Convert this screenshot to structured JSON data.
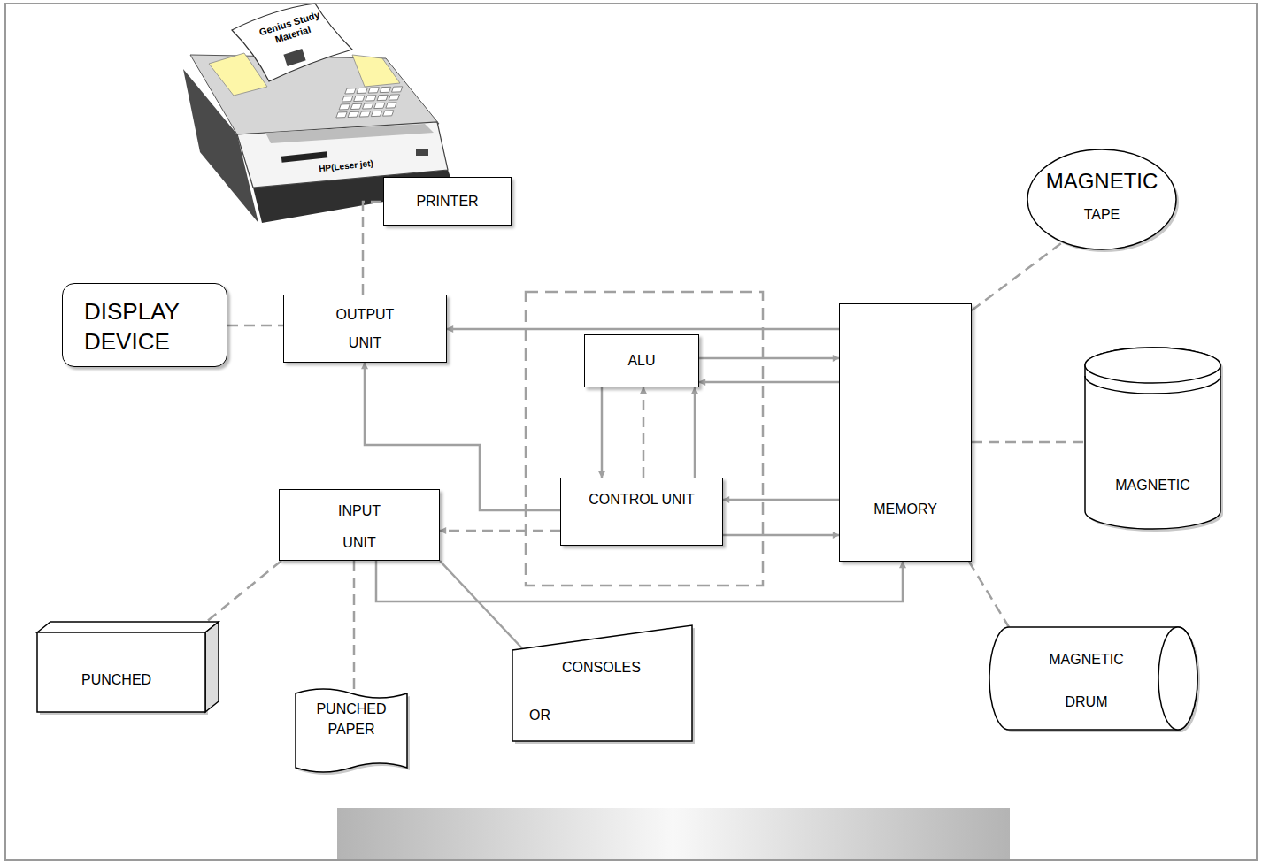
{
  "diagram": {
    "nodes": [
      {
        "text": [
          "PRINTER"
        ]
      },
      {
        "text": [
          "DISPLAY DEVICE"
        ]
      },
      {
        "text": [
          "OUTPUT UNIT"
        ]
      },
      {
        "text": [
          "ALU"
        ]
      },
      {
        "text": [
          "CONTROL UNIT"
        ]
      },
      {
        "text": [
          "INPUT UNIT"
        ]
      },
      {
        "text": [
          "MEMORY"
        ]
      },
      {
        "text": [
          "MAGNETIC",
          "TAPE"
        ]
      },
      {
        "text": [
          "MAGNETIC"
        ]
      },
      {
        "text": [
          "MAGNETIC DRUM"
        ]
      },
      {
        "text": [
          "PUNCHED"
        ]
      },
      {
        "text": [
          "PUNCHED PAPER"
        ]
      },
      {
        "text": [
          "CONSOLES OR"
        ]
      }
    ],
    "edges": [
      {
        "from": 2,
        "to": 0,
        "arrow": "none"
      },
      {
        "from": 1,
        "to": 2,
        "arrow": "none"
      },
      {
        "from": 6,
        "to": 2,
        "arrow": "to"
      },
      {
        "from": 3,
        "to": 6,
        "arrow": "to"
      },
      {
        "from": 6,
        "to": 3,
        "arrow": "to"
      },
      {
        "from": 3,
        "to": 4,
        "arrow": "to"
      },
      {
        "from": 4,
        "to": 3,
        "arrow": "to"
      },
      {
        "from": 4,
        "to": 3,
        "arrow": "to"
      },
      {
        "from": 6,
        "to": 4,
        "arrow": "to"
      },
      {
        "from": 4,
        "to": 6,
        "arrow": "to"
      },
      {
        "from": 4,
        "to": 2,
        "arrow": "to"
      },
      {
        "from": 4,
        "to": 5,
        "arrow": "to"
      },
      {
        "from": 5,
        "to": 6,
        "arrow": "to"
      },
      {
        "from": 6,
        "to": 7,
        "arrow": "none"
      },
      {
        "from": 6,
        "to": 8,
        "arrow": "none"
      },
      {
        "from": 6,
        "to": 9,
        "arrow": "none"
      },
      {
        "from": 5,
        "to": 10,
        "arrow": "none"
      },
      {
        "from": 5,
        "to": 11,
        "arrow": "none"
      },
      {
        "from": 5,
        "to": 12,
        "arrow": "none"
      }
    ],
    "labels": [
      "Genius Study Material",
      "HP(Leser jet)"
    ]
  }
}
